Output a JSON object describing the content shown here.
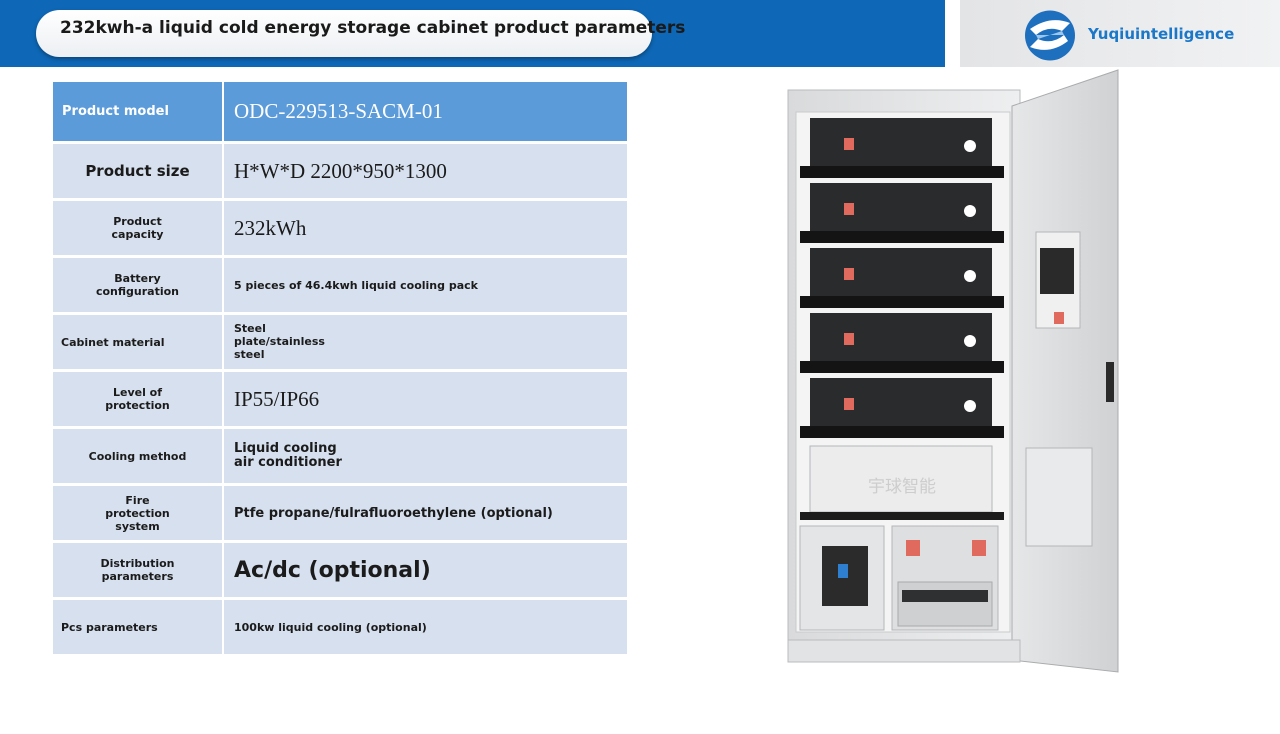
{
  "header": {
    "title": "232kwh-a liquid cold energy storage cabinet product parameters",
    "brand": "Yuqiuintelligence"
  },
  "params": [
    {
      "label": "Product model",
      "value": "ODC-229513-SACM-01"
    },
    {
      "label": "Product size",
      "value": "H*W*D 2200*950*1300"
    },
    {
      "label": "Product capacity",
      "value": "232kWh"
    },
    {
      "label": "Battery configuration",
      "value": "5 pieces of 46.4kwh liquid cooling pack"
    },
    {
      "label": "Cabinet material",
      "value": "Steel plate/stainless steel"
    },
    {
      "label": "Level of protection",
      "value": "IP55/IP66"
    },
    {
      "label": "Cooling method",
      "value": "Liquid cooling air conditioner"
    },
    {
      "label": "Fire protection system",
      "value": "Ptfe propane/fulrafluoroethylene (optional)"
    },
    {
      "label": "Distribution parameters",
      "value": "Ac/dc (optional)"
    },
    {
      "label": "Pcs parameters",
      "value": "100kw liquid cooling (optional)"
    }
  ],
  "product_image": {
    "watermark": "宇球智能"
  },
  "colors": {
    "header_band": "#0e68b7",
    "table_header": "#5c9bd9",
    "table_row": "#d6e0ee",
    "brand_text": "#1b78c9"
  }
}
